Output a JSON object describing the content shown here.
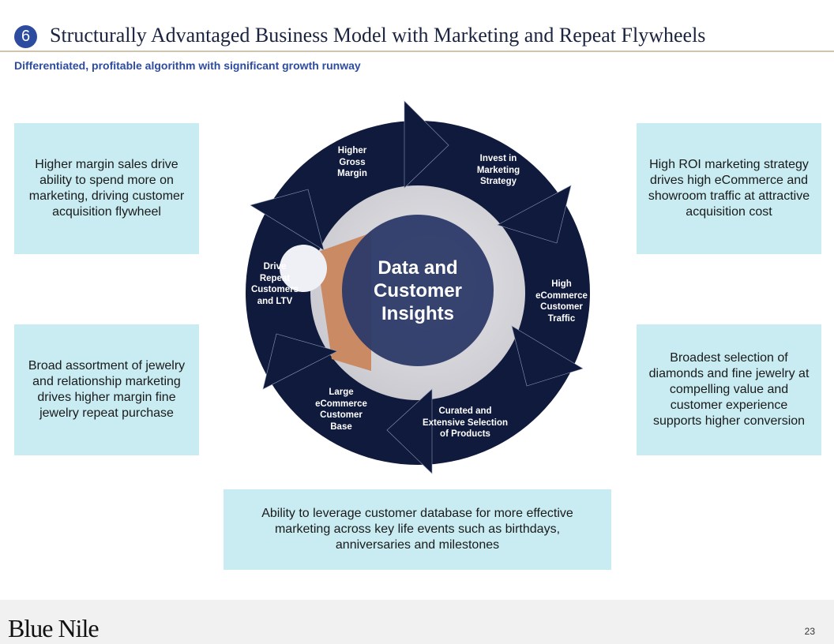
{
  "header": {
    "section_number": "6",
    "title": "Structurally Advantaged Business Model with Marketing and Repeat Flywheels",
    "subtitle": "Differentiated, profitable algorithm with significant growth runway"
  },
  "boxes": {
    "left_top": "Higher margin sales drive ability to spend more on marketing, driving customer acquisition flywheel",
    "left_bottom": "Broad assortment of jewelry and relationship marketing drives higher margin fine jewelry repeat purchase",
    "right_top": "High ROI marketing strategy drives high eCommerce and showroom traffic at attractive acquisition cost",
    "right_bottom": "Broadest selection of diamonds and fine jewelry at compelling value and customer experience supports higher conversion",
    "bottom": "Ability to leverage customer database for more effective marketing across key life events such as birthdays, anniversaries and milestones"
  },
  "cycle": {
    "center": [
      "Data and",
      "Customer",
      "Insights"
    ],
    "steps": [
      {
        "lines": [
          "Higher",
          "Gross",
          "Margin"
        ]
      },
      {
        "lines": [
          "Invest in",
          "Marketing",
          "Strategy"
        ]
      },
      {
        "lines": [
          "High",
          "eCommerce",
          "Customer",
          "Traffic"
        ]
      },
      {
        "lines": [
          "Curated and",
          "Extensive Selection",
          "of Products"
        ]
      },
      {
        "lines": [
          "Large",
          "eCommerce",
          "Customer",
          "Base"
        ]
      },
      {
        "lines": [
          "Drive",
          "Repeat",
          "Customers",
          "and LTV"
        ]
      }
    ]
  },
  "footer": {
    "logo": "Blue Nile",
    "page_number": "23"
  },
  "colors": {
    "navy": "#0f1a3c",
    "accent": "#2d4c9f",
    "box": "#c8ecf2"
  }
}
